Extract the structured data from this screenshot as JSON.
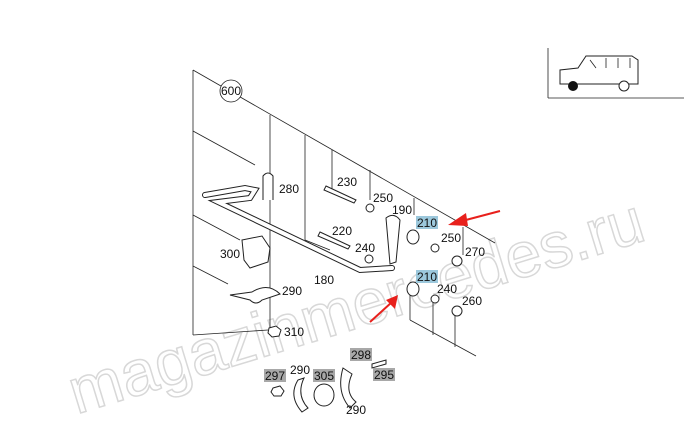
{
  "diagram": {
    "group_number": "600",
    "watermark": "magazinmercedes.ru",
    "parts": {
      "p180": "180",
      "p190": "190",
      "p210a": "210",
      "p210b": "210",
      "p220": "220",
      "p230": "230",
      "p240a": "240",
      "p240b": "240",
      "p250a": "250",
      "p250b": "250",
      "p260": "260",
      "p270": "270",
      "p280": "280",
      "p290a": "290",
      "p290b": "290",
      "p290c": "290",
      "p295": "295",
      "p297": "297",
      "p298": "298",
      "p300": "300",
      "p305": "305",
      "p310": "310"
    },
    "colors": {
      "highlight_blue": "#9cc8dc",
      "highlight_gray": "#a8a8a8",
      "arrow": "#e8201c"
    }
  }
}
